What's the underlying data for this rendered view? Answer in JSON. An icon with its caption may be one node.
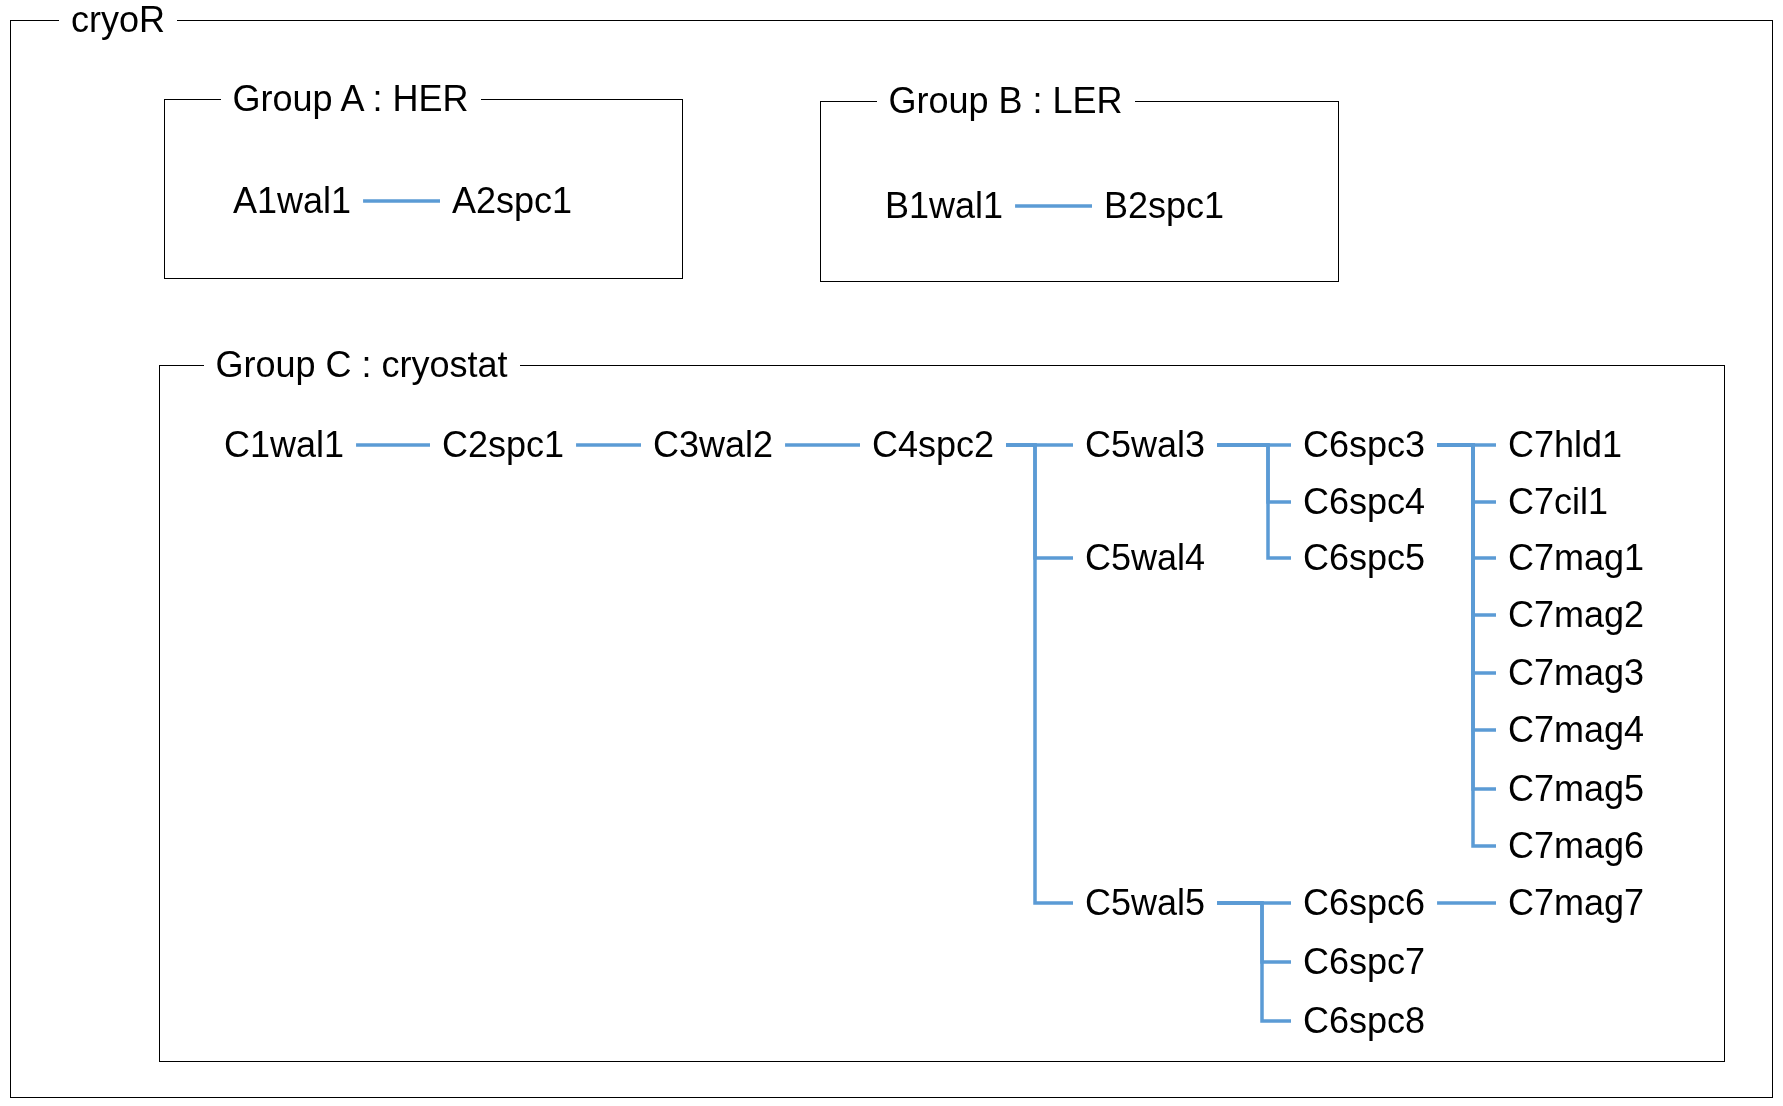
{
  "diagram": {
    "nodes": [
      {
        "text": [
          "cryoR"
        ]
      },
      {
        "text": [
          "Group A : HER"
        ],
        "in": 0
      },
      {
        "text": [
          "A1wal1"
        ],
        "in": 1
      },
      {
        "text": [
          "A2spc1"
        ],
        "in": 1
      },
      {
        "text": [
          "Group B : LER"
        ],
        "in": 0
      },
      {
        "text": [
          "B1wal1"
        ],
        "in": 4
      },
      {
        "text": [
          "B2spc1"
        ],
        "in": 4
      },
      {
        "text": [
          "Group C : cryostat"
        ],
        "in": 0
      },
      {
        "text": [
          "C1wal1"
        ],
        "in": 7
      },
      {
        "text": [
          "C2spc1"
        ],
        "in": 7
      },
      {
        "text": [
          "C3wal2"
        ],
        "in": 7
      },
      {
        "text": [
          "C4spc2"
        ],
        "in": 7
      },
      {
        "text": [
          "C5wal3"
        ],
        "in": 7
      },
      {
        "text": [
          "C6spc3"
        ],
        "in": 7
      },
      {
        "text": [
          "C7hld1"
        ],
        "in": 7
      },
      {
        "text": [
          "C6spc4"
        ],
        "in": 7
      },
      {
        "text": [
          "C7cil1"
        ],
        "in": 7
      },
      {
        "text": [
          "C5wal4"
        ],
        "in": 7
      },
      {
        "text": [
          "C6spc5"
        ],
        "in": 7
      },
      {
        "text": [
          "C7mag1"
        ],
        "in": 7
      },
      {
        "text": [
          "C7mag2"
        ],
        "in": 7
      },
      {
        "text": [
          "C7mag3"
        ],
        "in": 7
      },
      {
        "text": [
          "C7mag4"
        ],
        "in": 7
      },
      {
        "text": [
          "C7mag5"
        ],
        "in": 7
      },
      {
        "text": [
          "C7mag6"
        ],
        "in": 7
      },
      {
        "text": [
          "C5wal5"
        ],
        "in": 7
      },
      {
        "text": [
          "C6spc6"
        ],
        "in": 7
      },
      {
        "text": [
          "C7mag7"
        ],
        "in": 7
      },
      {
        "text": [
          "C6spc7"
        ],
        "in": 7
      },
      {
        "text": [
          "C6spc8"
        ],
        "in": 7
      }
    ],
    "edges": [
      {
        "from": 2,
        "to": 3,
        "arrow": "none"
      },
      {
        "from": 5,
        "to": 6,
        "arrow": "none"
      },
      {
        "from": 8,
        "to": 9,
        "arrow": "none"
      },
      {
        "from": 9,
        "to": 10,
        "arrow": "none"
      },
      {
        "from": 10,
        "to": 11,
        "arrow": "none"
      },
      {
        "from": 11,
        "to": 12,
        "arrow": "none"
      },
      {
        "from": 11,
        "to": 17,
        "arrow": "none"
      },
      {
        "from": 11,
        "to": 25,
        "arrow": "none"
      },
      {
        "from": 12,
        "to": 13,
        "arrow": "none"
      },
      {
        "from": 12,
        "to": 15,
        "arrow": "none"
      },
      {
        "from": 12,
        "to": 18,
        "arrow": "none"
      },
      {
        "from": 13,
        "to": 14,
        "arrow": "none"
      },
      {
        "from": 13,
        "to": 16,
        "arrow": "none"
      },
      {
        "from": 13,
        "to": 19,
        "arrow": "none"
      },
      {
        "from": 13,
        "to": 20,
        "arrow": "none"
      },
      {
        "from": 13,
        "to": 21,
        "arrow": "none"
      },
      {
        "from": 13,
        "to": 22,
        "arrow": "none"
      },
      {
        "from": 13,
        "to": 23,
        "arrow": "none"
      },
      {
        "from": 13,
        "to": 24,
        "arrow": "none"
      },
      {
        "from": 25,
        "to": 26,
        "arrow": "none"
      },
      {
        "from": 25,
        "to": 28,
        "arrow": "none"
      },
      {
        "from": 25,
        "to": 29,
        "arrow": "none"
      },
      {
        "from": 26,
        "to": 27,
        "arrow": "none"
      }
    ]
  }
}
